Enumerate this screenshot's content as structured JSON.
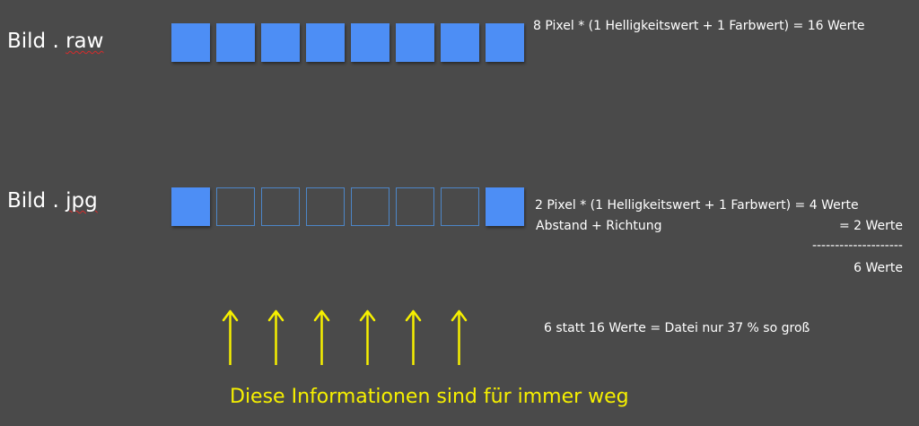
{
  "raw": {
    "label_prefix": "Bild . ",
    "label_ext": "raw",
    "pixels": [
      "filled",
      "filled",
      "filled",
      "filled",
      "filled",
      "filled",
      "filled",
      "filled"
    ],
    "formula": "8 Pixel * (1 Helligkeitswert + 1 Farbwert) = 16 Werte"
  },
  "jpg": {
    "label_prefix": "Bild . ",
    "label_ext": "jpg",
    "pixels": [
      "filled",
      "empty",
      "empty",
      "empty",
      "empty",
      "empty",
      "empty",
      "filled"
    ],
    "formula_line1": "2 Pixel * (1 Helligkeitswert + 1 Farbwert) = 4 Werte",
    "formula_line2_left": "Abstand + Richtung",
    "formula_line2_right": "= 2 Werte",
    "divider": "--------------------",
    "total": "6 Werte"
  },
  "comparison": "6 statt 16 Werte = Datei nur 37 % so groß",
  "caption": "Diese Informationen sind für immer weg",
  "arrow_count": 6,
  "colors": {
    "background": "#4a4a4a",
    "pixel_fill": "#4d8ef5",
    "pixel_outline": "#4d86c8",
    "highlight": "#f6f000",
    "text": "#ffffff"
  },
  "icons": {
    "arrow": "arrow-up-icon"
  }
}
